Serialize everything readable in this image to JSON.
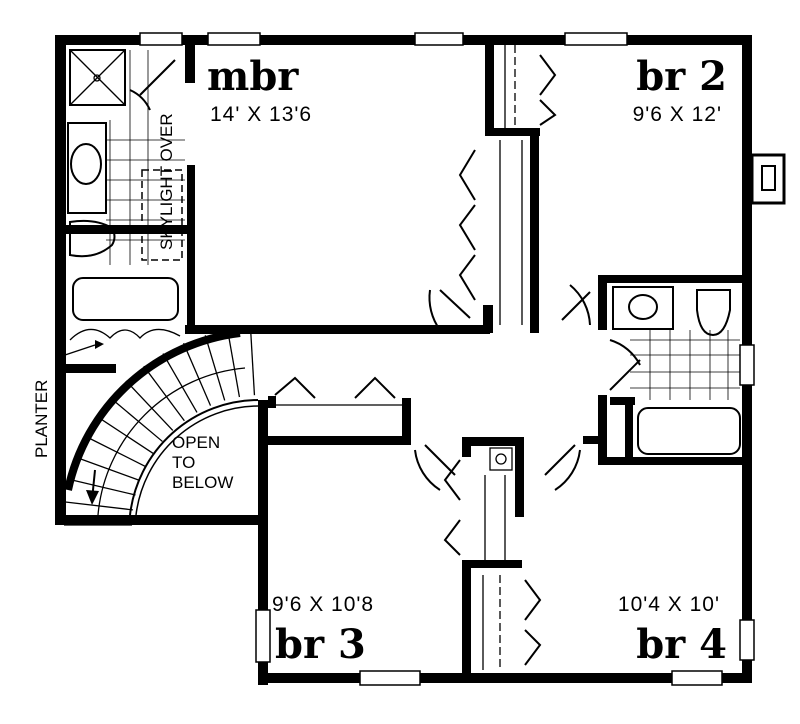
{
  "rooms": {
    "mbr": {
      "name": "mbr",
      "size": "14' X 13'6"
    },
    "br2": {
      "name": "br 2",
      "size": "9'6 X 12'"
    },
    "br3": {
      "name": "br 3",
      "size": "9'6 X 10'8"
    },
    "br4": {
      "name": "br 4",
      "size": "10'4 X 10'"
    }
  },
  "notes": {
    "skylight": "SKYLIGHT OVER",
    "planter": "PLANTER",
    "open_line1": "OPEN",
    "open_line2": "TO",
    "open_line3": "BELOW"
  }
}
